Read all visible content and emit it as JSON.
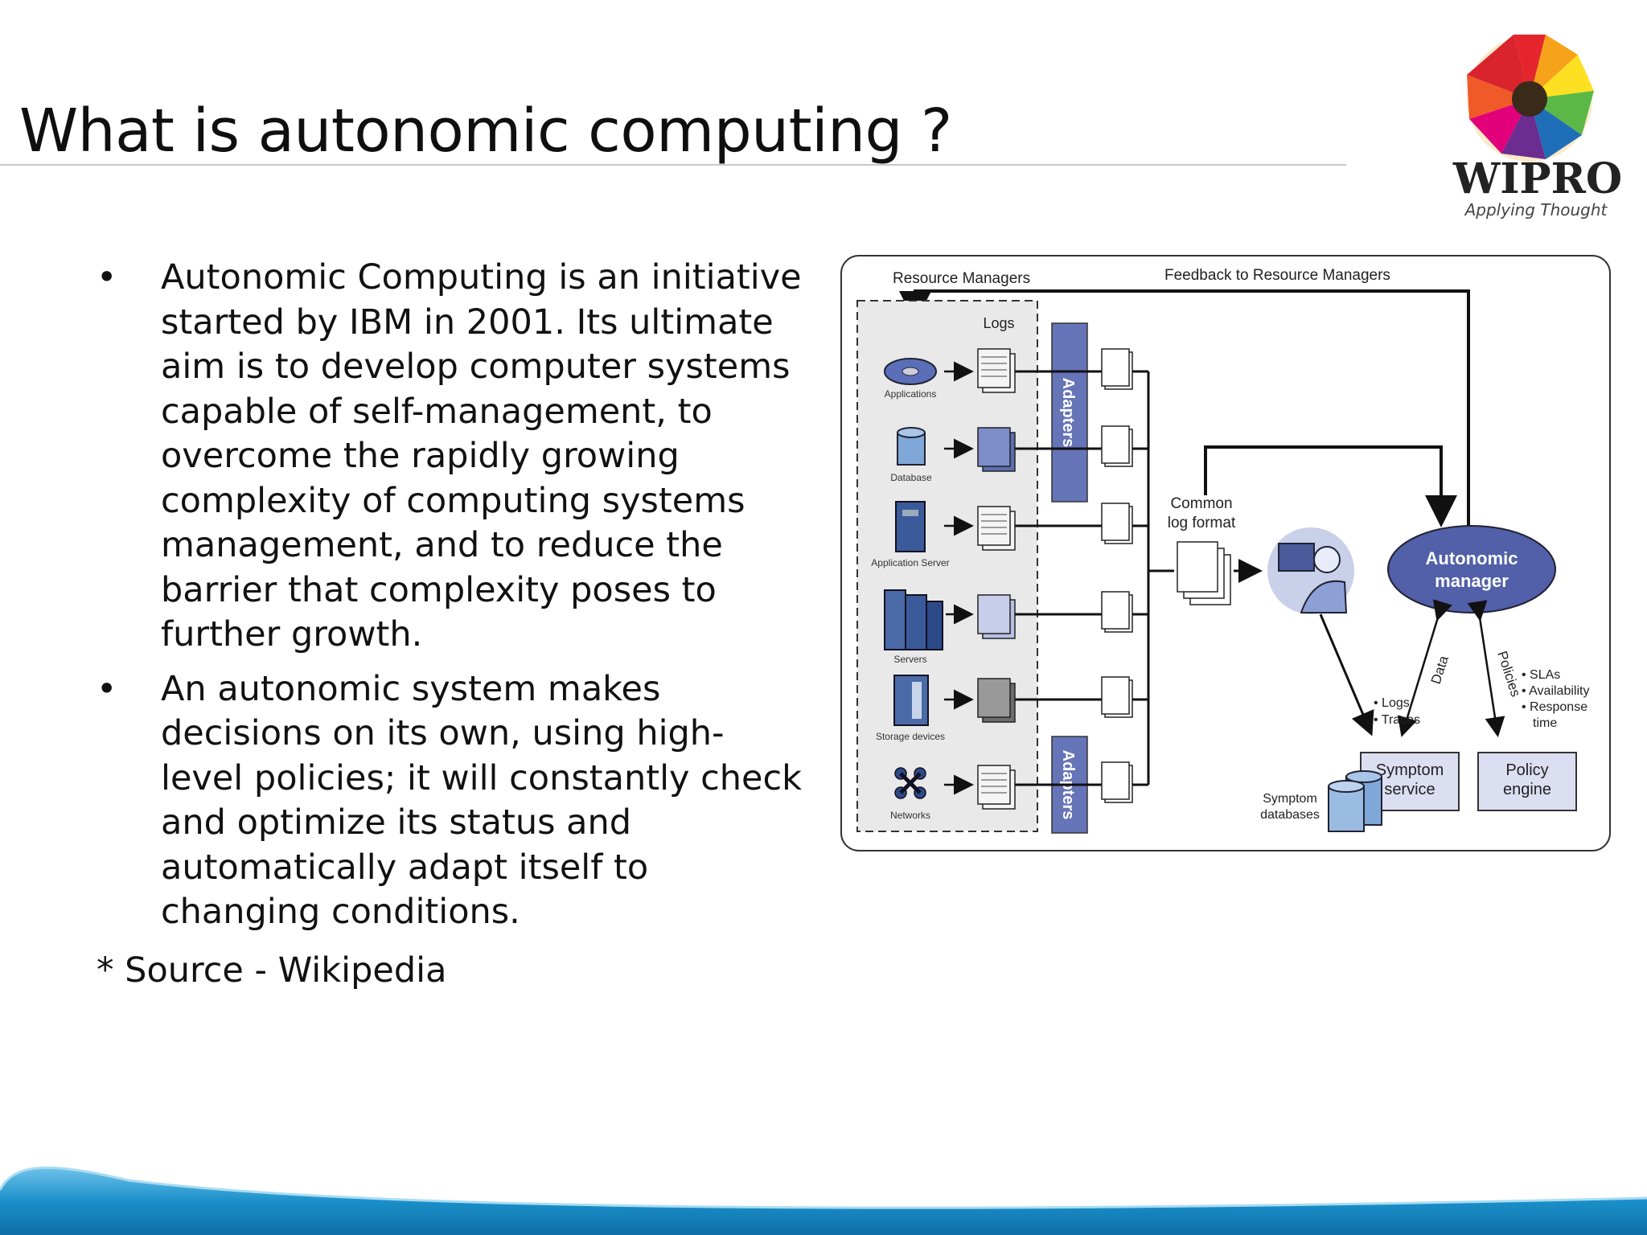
{
  "slide": {
    "title": "What is autonomic computing ?",
    "bullets": [
      "Autonomic Computing is an initiative started by IBM in 2001. Its ultimate aim is to develop computer systems capable of self-management, to overcome the rapidly growing complexity of computing systems management, and to reduce the barrier that complexity poses to further growth.",
      "An autonomic system makes decisions on its own, using high-level policies; it will constantly check and optimize its status and automatically adapt itself to changing conditions."
    ],
    "bullet_glyph": "•",
    "source": "* Source - Wikipedia"
  },
  "logo": {
    "brand": "WIPRO",
    "tagline": "Applying Thought",
    "colors": [
      "#e4262c",
      "#f7a21b",
      "#fde021",
      "#5bb847",
      "#1e6fb8",
      "#6b2d8f",
      "#e2007a"
    ]
  },
  "diagram": {
    "resource_managers_label": "Resource Managers",
    "feedback_label": "Feedback to Resource Managers",
    "logs_label": "Logs",
    "adapters_label": "Adapters",
    "resources": [
      "Applications",
      "Database",
      "Application Server",
      "Servers",
      "Storage devices",
      "Networks"
    ],
    "common_log_format": [
      "Common",
      "log format"
    ],
    "autonomic_manager": [
      "Autonomic",
      "manager"
    ],
    "data_label": "Data",
    "policies_label": "Policies",
    "logs_traces": [
      "• Logs",
      "• Traces"
    ],
    "policy_items": [
      "• SLAs",
      "• Availability",
      "• Response",
      "time"
    ],
    "symptom_service": [
      "Symptom",
      "service"
    ],
    "policy_engine": [
      "Policy",
      "engine"
    ],
    "symptom_databases": [
      "Symptom",
      "databases"
    ]
  },
  "colors": {
    "adapter_blue": "#6674b8",
    "manager_blue": "#5160a8",
    "box_fill": "#dcdff1",
    "footer_blue": "#1a8fc9"
  }
}
